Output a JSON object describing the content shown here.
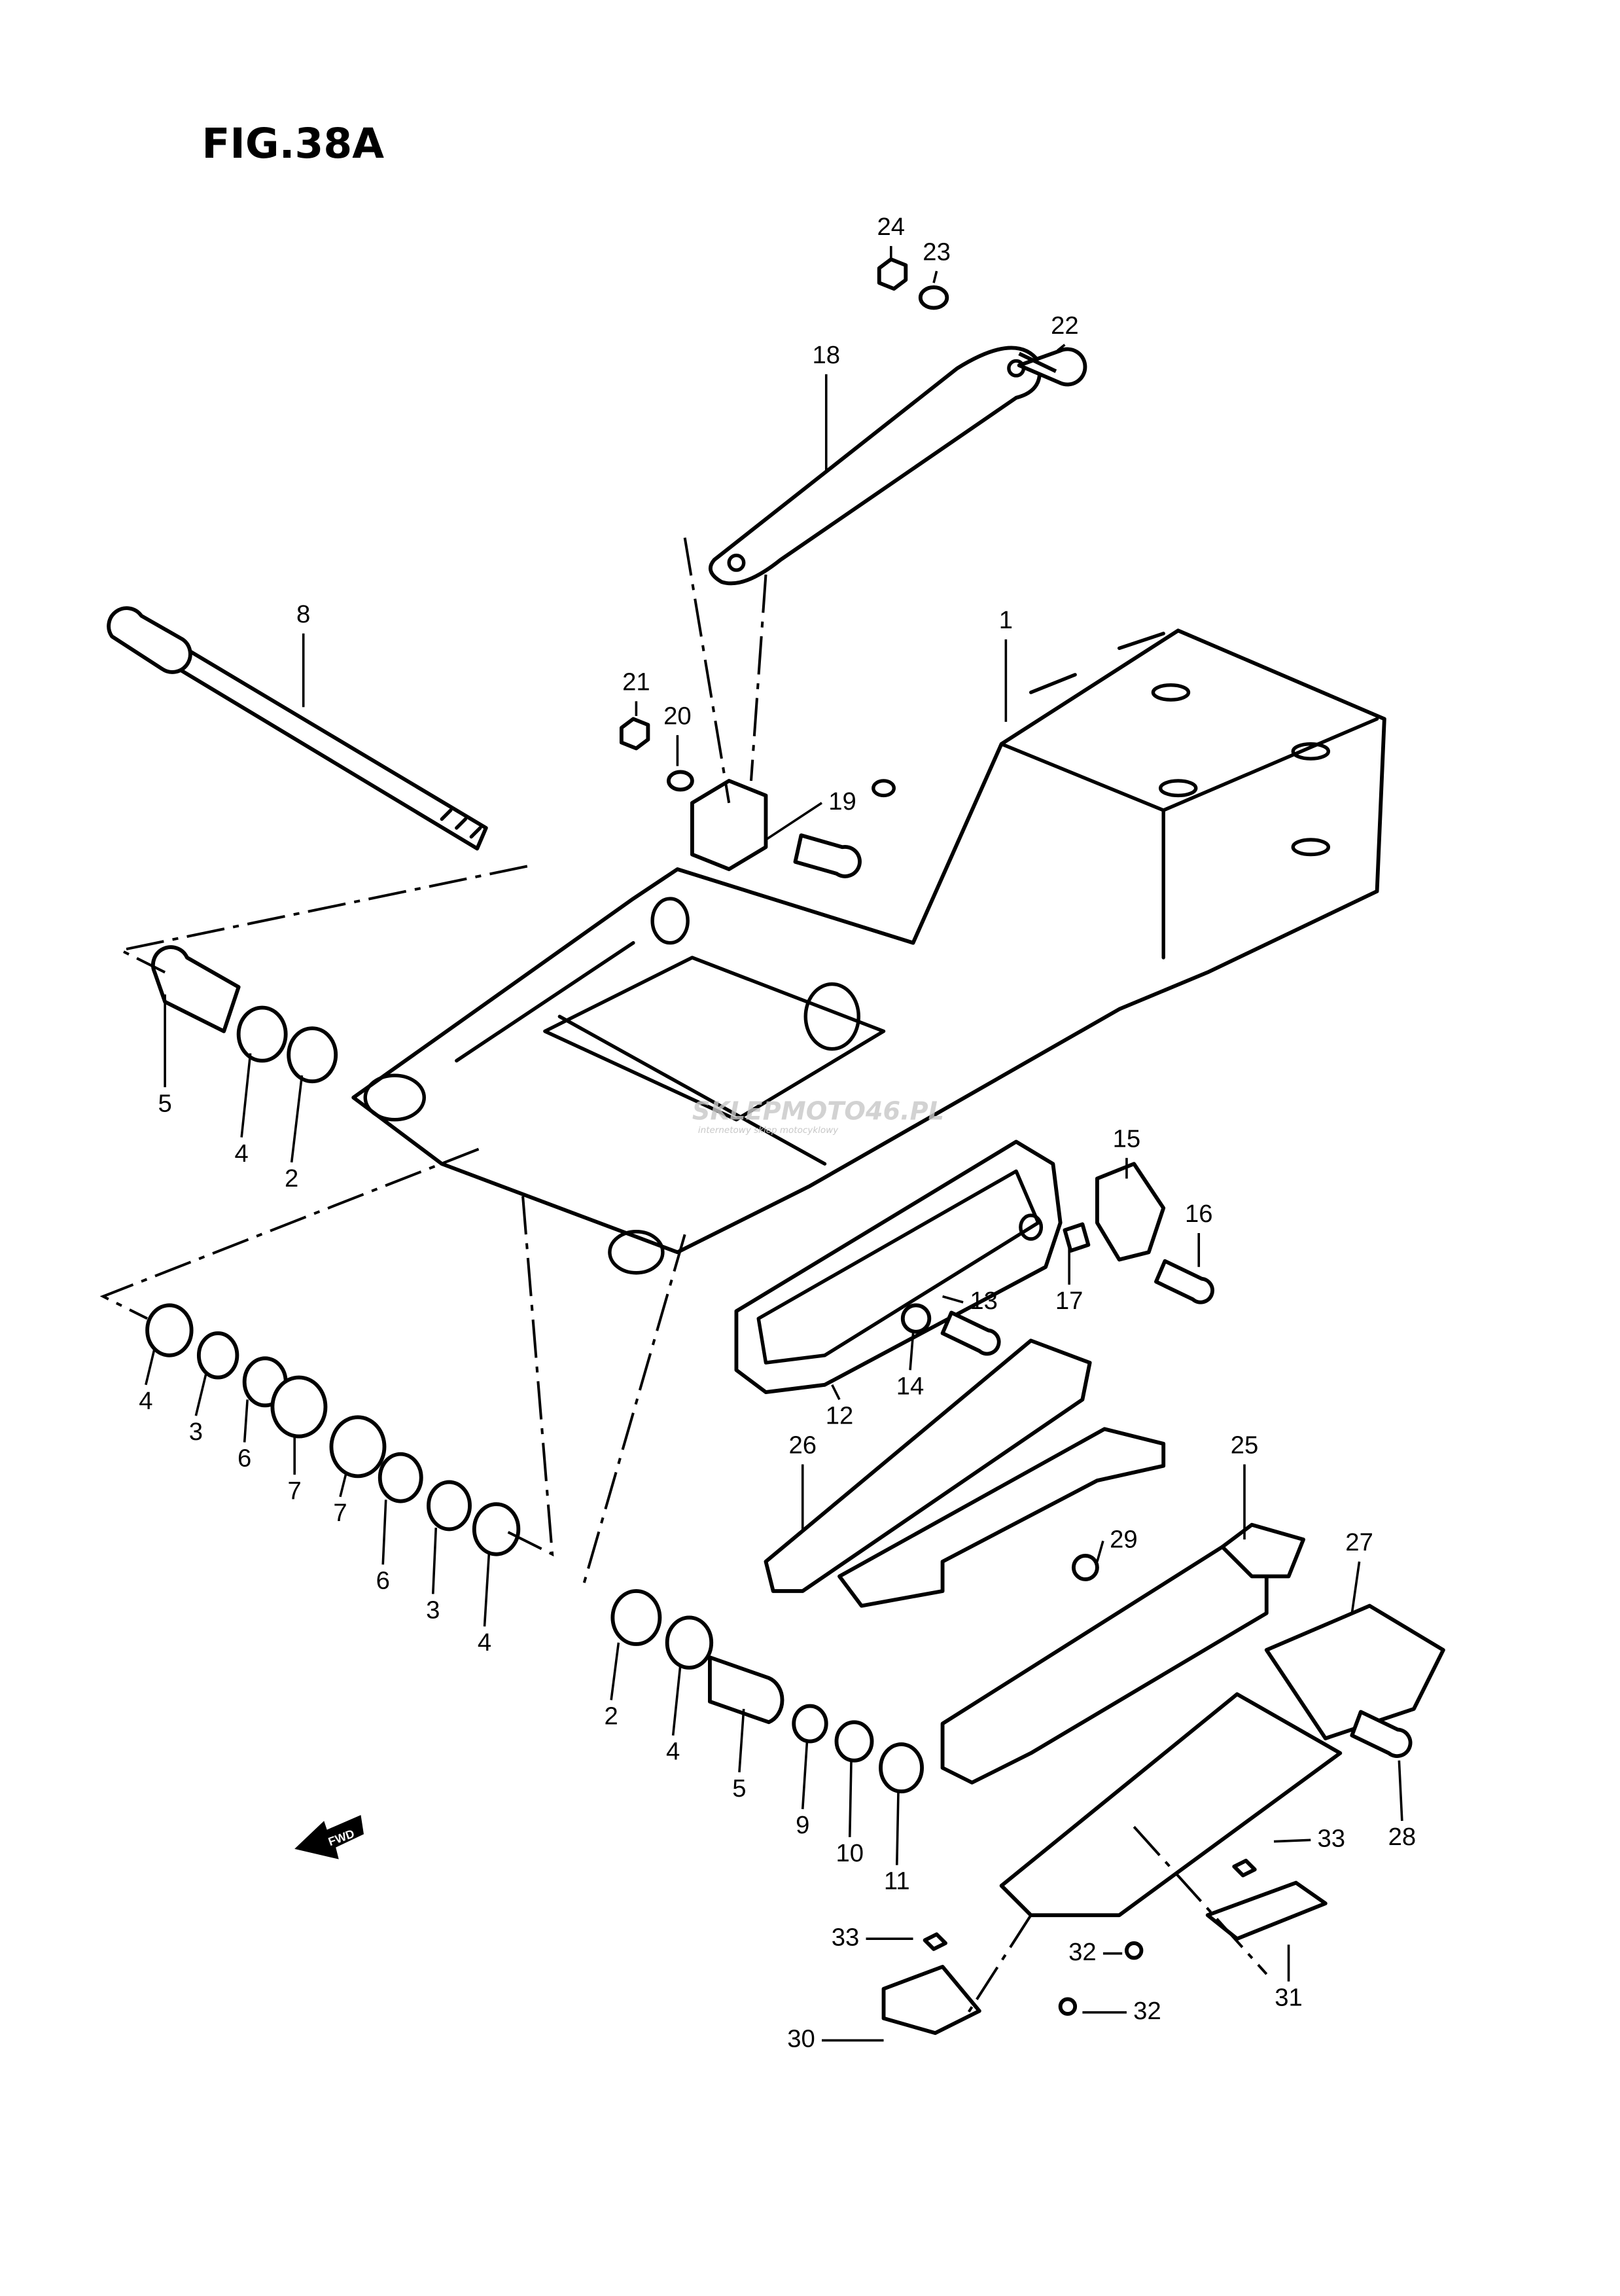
{
  "title": "FIG.38A",
  "fwd_label": "FWD",
  "watermark": {
    "brand": "SKLEPMOTO46.PL",
    "tagline": "internetowy sklep motocyklowy",
    "accent": "#f4a0a0"
  },
  "callouts": [
    "24",
    "23",
    "22",
    "18",
    "8",
    "1",
    "21",
    "20",
    "19",
    "5",
    "4",
    "2",
    "15",
    "16",
    "13",
    "17",
    "14",
    "12",
    "4",
    "3",
    "6",
    "7",
    "7",
    "6",
    "3",
    "4",
    "26",
    "25",
    "29",
    "27",
    "2",
    "4",
    "5",
    "9",
    "10",
    "11",
    "28",
    "33",
    "33",
    "32",
    "31",
    "32",
    "30"
  ]
}
